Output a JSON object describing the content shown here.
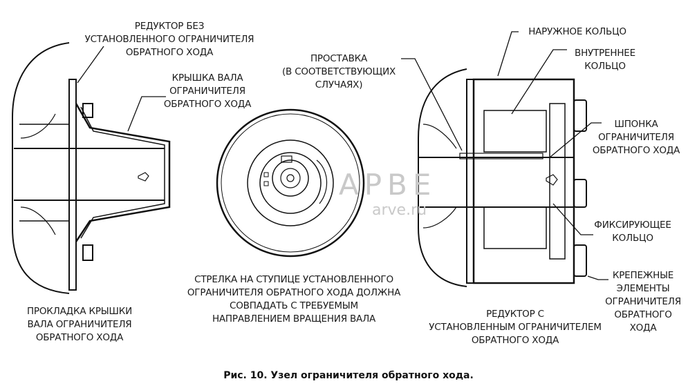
{
  "labels": {
    "reducer_without": "РЕДУКТОР БЕЗ\nУСТАНОВЛЕННОГО ОГРАНИЧИТЕЛЯ\nОБРАТНОГО ХОДА",
    "shaft_cover": "КРЫШКА ВАЛА\nОГРАНИЧИТЕЛЯ\nОБРАТНОГО ХОДА",
    "cover_gasket": "ПРОКЛАДКА КРЫШКИ\nВАЛА ОГРАНИЧИТЕЛЯ\nОБРАТНОГО ХОДА",
    "spacer": "ПРОСТАВКА\n(В СООТВЕТСТВУЮЩИХ\nСЛУЧАЯХ)",
    "arrow_note": "СТРЕЛКА НА СТУПИЦЕ УСТАНОВЛЕННОГО\nОГРАНИЧИТЕЛЯ ОБРАТНОГО ХОДА ДОЛЖНА\nСОВПАДАТЬ С ТРЕБУЕМЫМ\nНАПРАВЛЕНИЕМ ВРАЩЕНИЯ ВАЛА",
    "outer_ring": "НАРУЖНОЕ КОЛЬЦО",
    "inner_ring": "ВНУТРЕННЕЕ\nКОЛЬЦО",
    "key": "ШПОНКА\nОГРАНИЧИТЕЛЯ\nОБРАТНОГО ХОДА",
    "retaining_ring": "ФИКСИРУЮЩЕЕ\nКОЛЬЦО",
    "fasteners": "КРЕПЕЖНЫЕ\nЭЛЕМЕНТЫ\nОГРАНИЧИТЕЛЯ\nОБРАТНОГО\nХОДА",
    "reducer_with": "РЕДУКТОР С\nУСТАНОВЛЕННЫМ ОГРАНИЧИТЕЛЕМ\nОБРАТНОГО ХОДА"
  },
  "caption": "Рис. 10. Узел ограничителя обратного хода.",
  "watermark": {
    "brand": "АРВЕ",
    "site": "arve.ru"
  }
}
